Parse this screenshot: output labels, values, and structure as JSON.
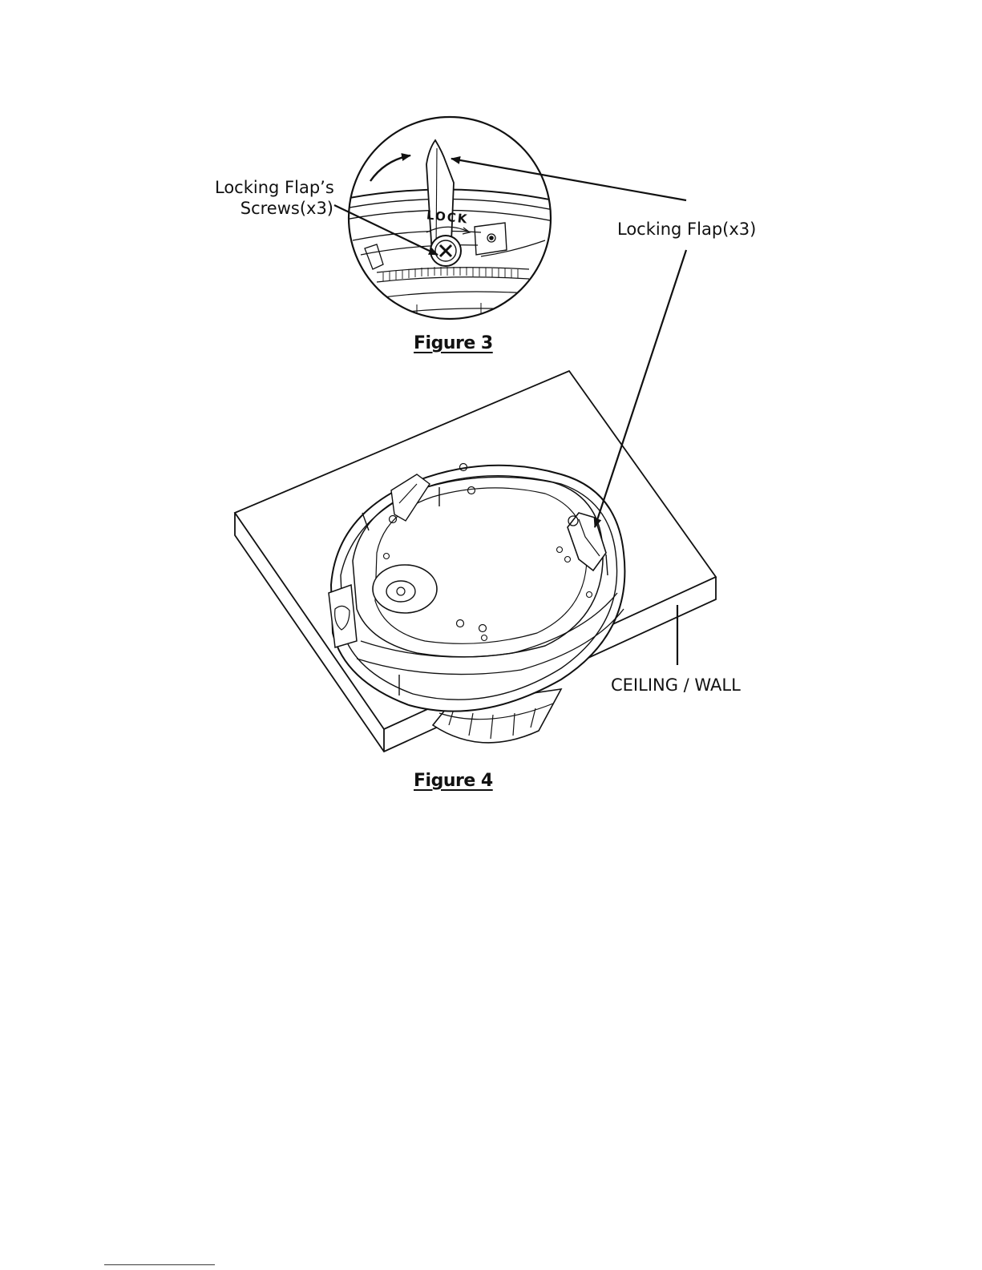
{
  "figure3": {
    "caption": "Figure 3",
    "screw_label_line1": "Locking Flap’s",
    "screw_label_line2": "Screws(x3)",
    "flap_label": "Locking Flap(x3)",
    "lock_text": "LOCK"
  },
  "figure4": {
    "caption": "Figure 4",
    "surface_label": "CEILING / WALL"
  }
}
